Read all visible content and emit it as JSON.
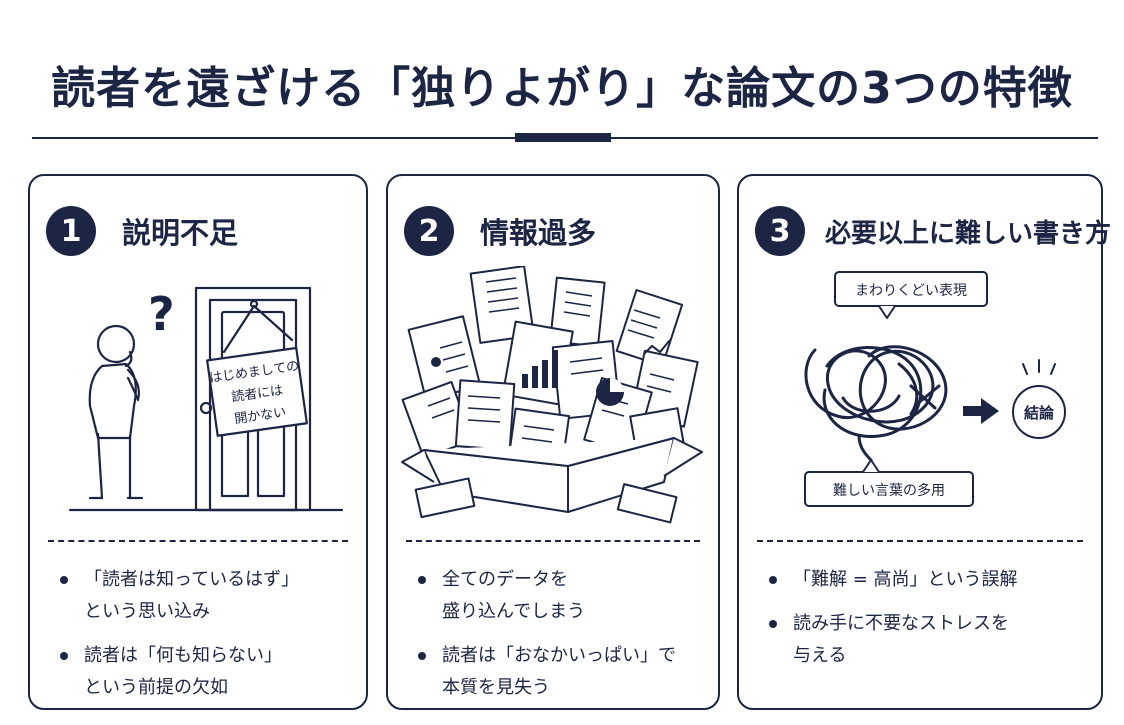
{
  "title": "読者を遠ざける「独りよがり」な論文の3つの特徴",
  "cards": [
    {
      "number": "1",
      "heading": "説明不足",
      "sign_lines": [
        "はじめましての",
        "読者には",
        "開かない"
      ],
      "question_mark": "?",
      "bullets": [
        "「読者は知っているはず」\nという思い込み",
        "読者は「何も知らない」\nという前提の欠如"
      ]
    },
    {
      "number": "2",
      "heading": "情報過多",
      "bullets": [
        "全てのデータを\n盛り込んでしまう",
        "読者は「おなかいっぱい」で\n本質を見失う"
      ]
    },
    {
      "number": "3",
      "heading": "必要以上に難しい書き方",
      "bubble_top": "まわりくどい表現",
      "bubble_bottom": "難しい言葉の多用",
      "conclusion": "結論",
      "bullets": [
        "「難解 = 高尚」という誤解",
        "読み手に不要なストレスを\n与える"
      ]
    }
  ],
  "colors": {
    "navy": "#1c2544",
    "background": "#ffffff"
  }
}
